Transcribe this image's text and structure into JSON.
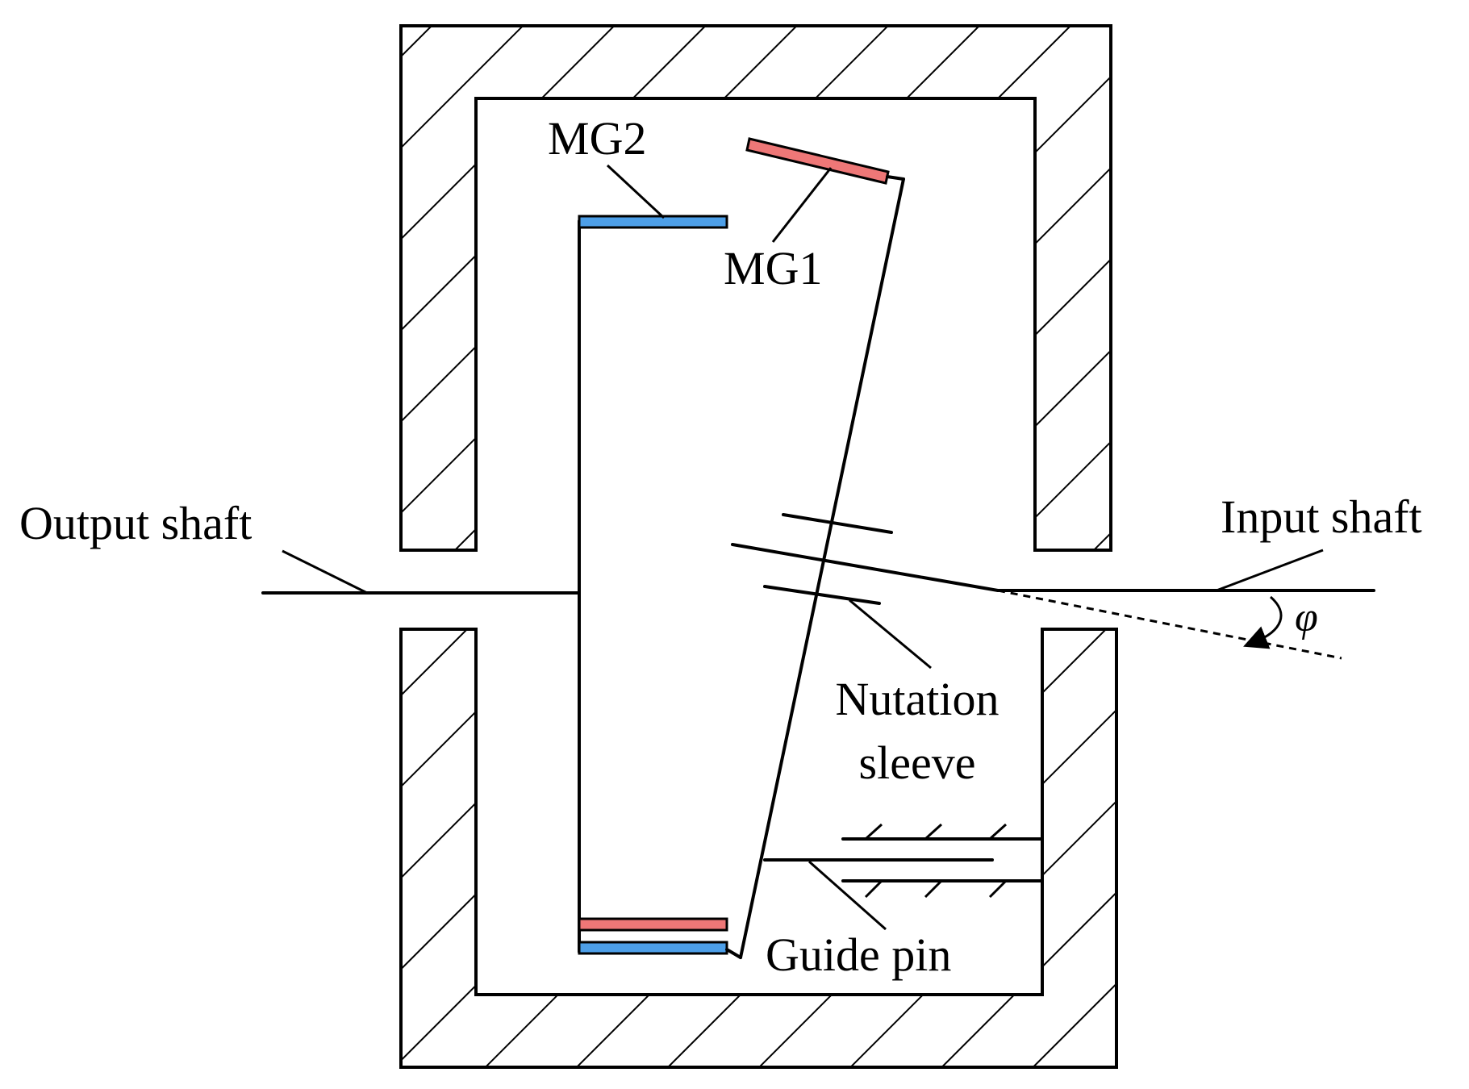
{
  "labels": {
    "mg2": "MG2",
    "mg1": "MG1",
    "output_shaft": "Output shaft",
    "input_shaft": "Input shaft",
    "nutation_sleeve_line1": "Nutation",
    "nutation_sleeve_line2": "sleeve",
    "guide_pin": "Guide pin",
    "angle": "φ"
  },
  "colors": {
    "mg1": "#ee7777",
    "mg2": "#4d9fe8",
    "line": "#000000",
    "background": "#ffffff"
  }
}
